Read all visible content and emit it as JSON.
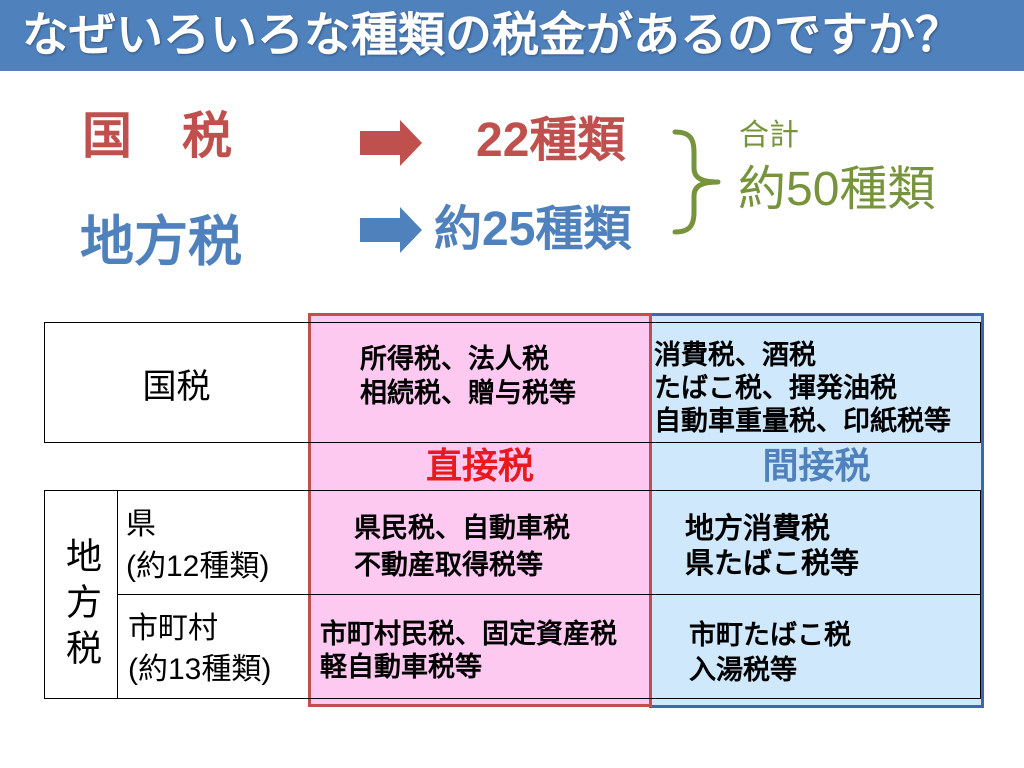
{
  "colors": {
    "title_bar": "#4f81bd",
    "title_text": "#ffffff",
    "national": "#c0504d",
    "local": "#4f81bd",
    "total": "#77933c",
    "direct_fill": "#fdc9f1",
    "direct_border": "#c0504d",
    "indirect_fill": "#cfe8fb",
    "indirect_border": "#3f67ad",
    "direct_label": "#e8191f",
    "indirect_label": "#4f81bd"
  },
  "slide": {
    "title": "なぜいろいろな種類の税金があるのですか？"
  },
  "summary": {
    "national": {
      "label": "国　税",
      "count": "22種類",
      "arrow_icon": "right-arrow-icon"
    },
    "local": {
      "label": "地方税",
      "count": "約25種類",
      "arrow_icon": "right-arrow-icon"
    },
    "total": {
      "label": "合計",
      "count": "約50種類",
      "brace_icon": "curly-brace-icon"
    }
  },
  "table": {
    "column_labels": {
      "direct": "直接税",
      "indirect": "間接税"
    },
    "national_row": {
      "label": "国税",
      "direct": [
        "所得税、法人税",
        "相続税、贈与税等"
      ],
      "indirect": [
        "消費税、酒税",
        "たばこ税、揮発油税",
        "自動車重量税、印紙税等"
      ]
    },
    "local_group": {
      "label": "地方税",
      "rows": [
        {
          "name": "県",
          "count": "(約12種類)",
          "direct": [
            "県民税、自動車税",
            "不動産取得税等"
          ],
          "indirect": [
            "地方消費税",
            "県たばこ税等"
          ]
        },
        {
          "name": "市町村",
          "count": "(約13種類)",
          "direct": [
            "市町村民税、固定資産税",
            "軽自動車税等"
          ],
          "indirect": [
            "市町たばこ税",
            "入湯税等"
          ]
        }
      ]
    }
  }
}
